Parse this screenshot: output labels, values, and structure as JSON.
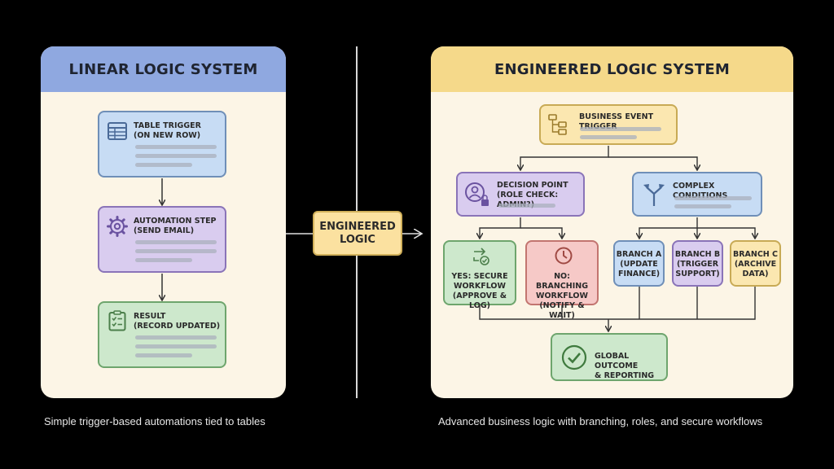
{
  "left": {
    "title": "LINEAR LOGIC SYSTEM",
    "trigger": "TABLE TRIGGER\n(ON NEW ROW)",
    "automation": "AUTOMATION STEP\n(SEND EMAIL)",
    "result": "RESULT\n(RECORD UPDATED)",
    "caption": "Simple trigger-based automations tied to tables"
  },
  "center": {
    "label": "ENGINEERED\nLOGIC"
  },
  "right": {
    "title": "ENGINEERED LOGIC SYSTEM",
    "event_trigger": "BUSINESS EVENT TRIGGER",
    "decision": "DECISION POINT\n(ROLE CHECK: ADMIN?)",
    "conditions": "COMPLEX CONDITIONS",
    "yes": "YES: SECURE\nWORKFLOW\n(APPROVE & LOG)",
    "no": "NO: BRANCHING\nWORKFLOW\n(NOTIFY & WAIT)",
    "branch_a": "BRANCH A\n(UPDATE\nFINANCE)",
    "branch_b": "BRANCH B\n(TRIGGER\nSUPPORT)",
    "branch_c": "BRANCH C\n(ARCHIVE\nDATA)",
    "outcome": "GLOBAL OUTCOME\n& REPORTING",
    "caption": "Advanced business logic with branching, roles, and secure workflows"
  },
  "colors": {
    "left_header": "#8fa8e0",
    "right_header": "#f5d98a",
    "panel_bg": "#fcf5e6"
  }
}
